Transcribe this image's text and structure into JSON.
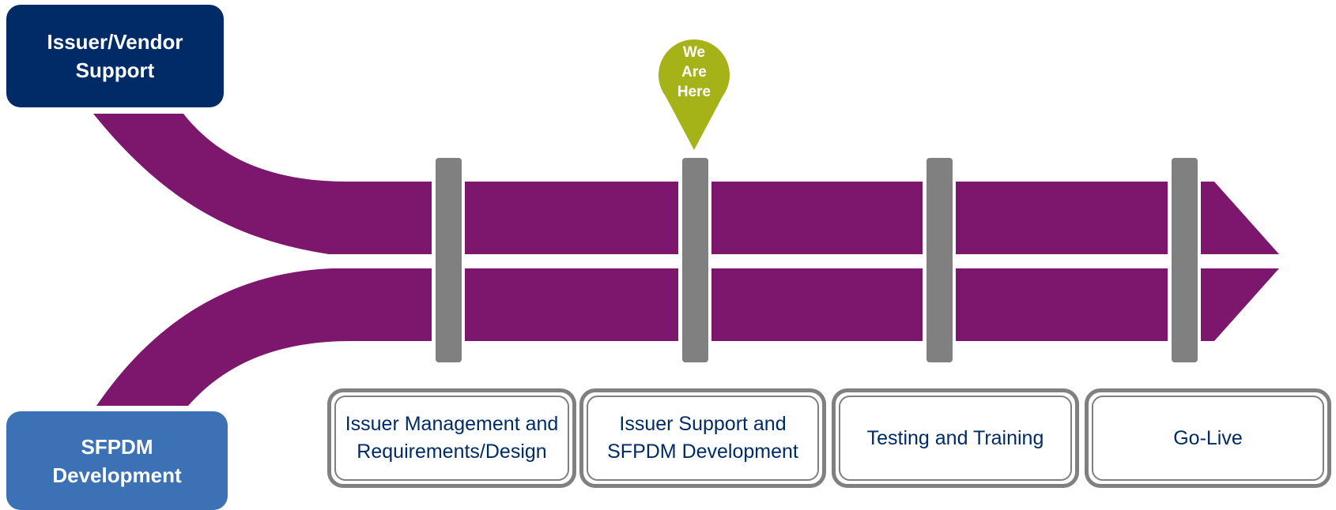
{
  "streams": {
    "top": "Issuer/Vendor\nSupport",
    "bottom": "SFPDM\nDevelopment"
  },
  "marker": {
    "label": "We\nAre\nHere",
    "at_milestone": 2
  },
  "phases": [
    "Issuer Management and Requirements/Design",
    "Issuer Support and SFPDM Development",
    "Testing and Training",
    "Go-Live"
  ],
  "colors": {
    "arrow": "#7d176d",
    "milestone": "#808080",
    "top_stream": "#002b66",
    "bottom_stream": "#3c72b5",
    "marker": "#a5b218",
    "phase_text": "#002b66"
  }
}
